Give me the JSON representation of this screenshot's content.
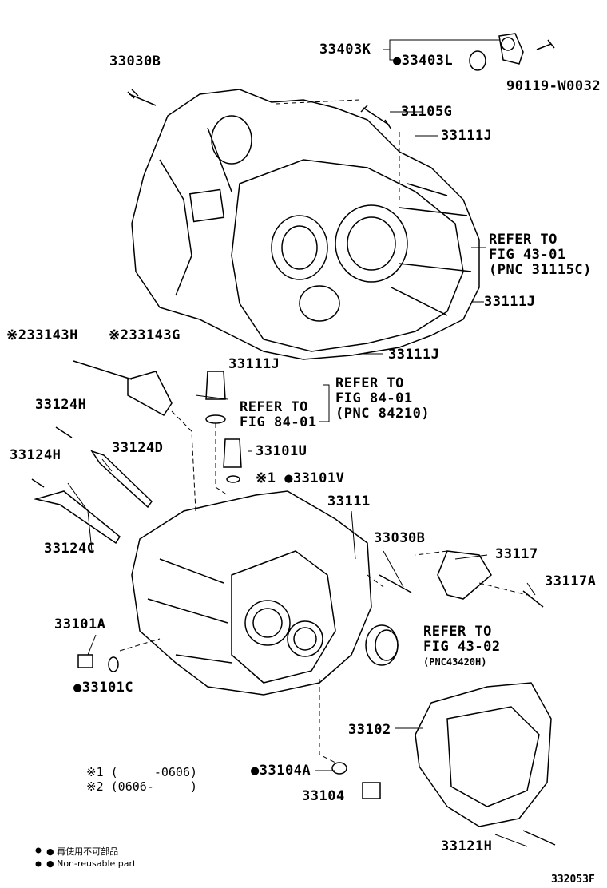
{
  "labels": {
    "p33403K": "33403K",
    "p33403L": "●33403L",
    "p90119": "90119-W0032",
    "p33030B_top": "33030B",
    "p31105G": "31105G",
    "p33111J_1": "33111J",
    "refer_fig43_01_a": "REFER TO",
    "refer_fig43_01_b": "FIG 43-01",
    "refer_fig43_01_c": "(PNC 31115C)",
    "p33111J_2": "33111J",
    "p33111J_3": "33111J",
    "p33111J_4": "33111J",
    "p33143H": "※233143H",
    "p33143G": "※233143G",
    "refer_fig84_a1": "REFER TO",
    "refer_fig84_a2": "FIG 84-01",
    "refer_fig84_a3": "(PNC 84210)",
    "refer_fig84_b1": "REFER TO",
    "refer_fig84_b2": "FIG 84-01",
    "p33124H_1": "33124H",
    "p33124D": "33124D",
    "p33124H_2": "33124H",
    "p33101U": "33101U",
    "p33101V": "※1 ●33101V",
    "p33124C": "33124C",
    "p33111": "33111",
    "p33030B_mid": "33030B",
    "p33117": "33117",
    "p33117A": "33117A",
    "p33101A": "33101A",
    "refer_fig43_02_a": "REFER TO",
    "refer_fig43_02_b": "FIG 43-02",
    "refer_fig43_02_c": "(PNC43420H)",
    "p33101C": "●33101C",
    "p33102": "33102",
    "p33104A": "●33104A",
    "p33104": "33104",
    "p33121H": "33121H"
  },
  "notes": {
    "n1": "※1 (     -0606)",
    "n2": "※2 (0606-     )"
  },
  "legend": {
    "jp": "● 再使用不可部品",
    "en": "● Non-reusable part"
  },
  "figure_id": "332053F"
}
